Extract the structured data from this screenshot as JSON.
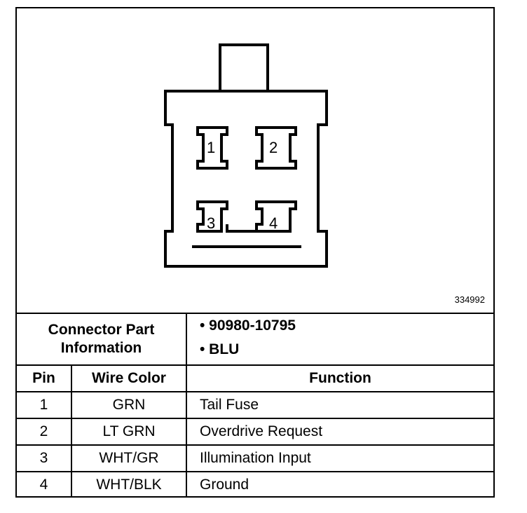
{
  "figure": {
    "id_label": "334992",
    "pins": [
      "1",
      "2",
      "3",
      "4"
    ]
  },
  "connector_info": {
    "label_line1": "Connector Part",
    "label_line2": "Information",
    "part_number": "•  90980-10795",
    "color": "•  BLU"
  },
  "table": {
    "headers": {
      "pin": "Pin",
      "wire_color": "Wire Color",
      "function": "Function"
    },
    "rows": [
      {
        "pin": "1",
        "wire_color": "GRN",
        "function": "Tail Fuse"
      },
      {
        "pin": "2",
        "wire_color": "LT GRN",
        "function": "Overdrive Request"
      },
      {
        "pin": "3",
        "wire_color": "WHT/GR",
        "function": "Illumination Input"
      },
      {
        "pin": "4",
        "wire_color": "WHT/BLK",
        "function": "Ground"
      }
    ]
  }
}
